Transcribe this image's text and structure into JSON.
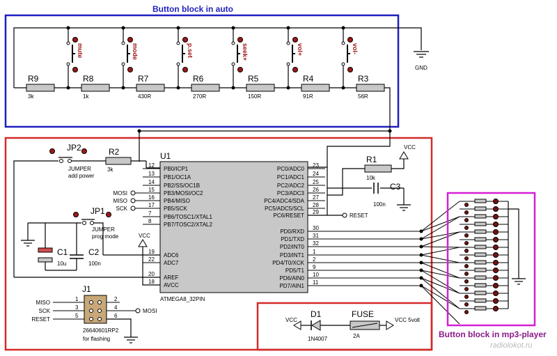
{
  "titles": {
    "auto_block": "Button block in auto",
    "mp3_block": "Button block in mp3-player"
  },
  "watermark": {
    "line1": "radiolokot.ru"
  },
  "colors": {
    "auto_frame": "#1f1fbf",
    "main_frame": "#d42a2a",
    "mp3_frame": "#d41fd4",
    "chip_fill": "#c8c8c8",
    "wire": "#000000"
  },
  "buttons": [
    "mute",
    "mode",
    "p.set",
    "seek+",
    "vol+",
    "vol-"
  ],
  "ladder": [
    {
      "ref": "R9",
      "value": "3k"
    },
    {
      "ref": "R8",
      "value": "1k"
    },
    {
      "ref": "R7",
      "value": "430R"
    },
    {
      "ref": "R6",
      "value": "270R"
    },
    {
      "ref": "R5",
      "value": "150R"
    },
    {
      "ref": "R4",
      "value": "91R"
    },
    {
      "ref": "R3",
      "value": "56R"
    }
  ],
  "gnd": "GND",
  "vcc": "VCC",
  "u1": {
    "ref": "U1",
    "part": "ATMEGA8_32PIN",
    "left_pins": [
      {
        "num": "12",
        "name": "PB0/ICP1"
      },
      {
        "num": "13",
        "name": "PB1/OC1A"
      },
      {
        "num": "14",
        "name": "PB2/SS/OC1B"
      },
      {
        "num": "15",
        "name": "PB3/MOSI/OC2"
      },
      {
        "num": "16",
        "name": "PB4/MISO"
      },
      {
        "num": "17",
        "name": "PB5/SCK"
      },
      {
        "num": "7",
        "name": "PB6/TOSC1/XTAL1"
      },
      {
        "num": "8",
        "name": "PB7/TOSC2/XTAL2"
      },
      {
        "num": "19",
        "name": "ADC6"
      },
      {
        "num": "22",
        "name": "ADC7"
      },
      {
        "num": "20",
        "name": "AREF"
      },
      {
        "num": "18",
        "name": "AVCC"
      }
    ],
    "right_pins": [
      {
        "num": "23",
        "name": "PC0/ADC0"
      },
      {
        "num": "24",
        "name": "PC1/ADC1"
      },
      {
        "num": "25",
        "name": "PC2/ADC2"
      },
      {
        "num": "26",
        "name": "PC3/ADC3"
      },
      {
        "num": "27",
        "name": "PC4/ADC4/SDA"
      },
      {
        "num": "28",
        "name": "PC5/ADC5/SCL"
      },
      {
        "num": "29",
        "name": "PC6/RESET"
      },
      {
        "num": "30",
        "name": "PD0/RXD"
      },
      {
        "num": "31",
        "name": "PD1/TXD"
      },
      {
        "num": "32",
        "name": "PD2/INT0"
      },
      {
        "num": "1",
        "name": "PD3/INT1"
      },
      {
        "num": "2",
        "name": "PD4/T0/XCK"
      },
      {
        "num": "9",
        "name": "PD5/T1"
      },
      {
        "num": "10",
        "name": "PD6/AIN0"
      },
      {
        "num": "11",
        "name": "PD7/AIN1"
      }
    ]
  },
  "spi_labels": {
    "mosi": "MOSI",
    "miso": "MISO",
    "sck": "SCK"
  },
  "jp2": {
    "ref": "JP2",
    "desc1": "JUMPER",
    "desc2": "add power"
  },
  "jp1": {
    "ref": "JP1",
    "desc1": "JUMPER",
    "desc2": "prog mode"
  },
  "r2": {
    "ref": "R2",
    "value": "3k"
  },
  "r1": {
    "ref": "R1",
    "value": "10k"
  },
  "c3": {
    "ref": "C3",
    "value": "100n"
  },
  "c1": {
    "ref": "C1",
    "value": "10u"
  },
  "c2": {
    "ref": "C2",
    "value": "100n"
  },
  "reset_label": "RESET",
  "j1": {
    "ref": "J1",
    "part": "26640601RP2",
    "desc": "for flashing",
    "left_labels": [
      "MISO",
      "SCK",
      "RESET"
    ],
    "left_nums": [
      "1",
      "3",
      "5"
    ],
    "right_nums": [
      "2",
      "4",
      "6"
    ],
    "right_label": "MOSI"
  },
  "d1": {
    "ref": "D1",
    "part": "1N4007"
  },
  "fuse": {
    "ref": "FUSE",
    "value": "2A",
    "supply": "VCC 5volt"
  }
}
